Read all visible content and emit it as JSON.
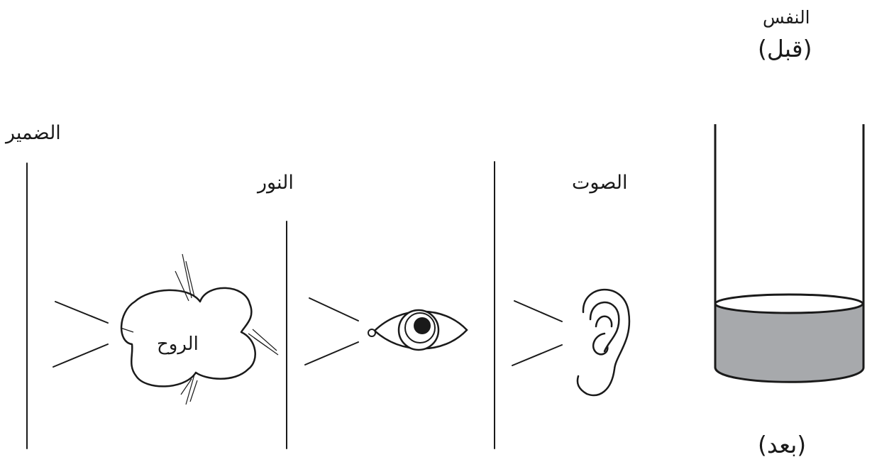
{
  "labels": {
    "nafs": "النفس",
    "before": "(قبل)",
    "after": "(بعد)",
    "conscience": "الضمير",
    "light": "النور",
    "voice": "الصوت",
    "spirit": "الروح"
  },
  "colors": {
    "stroke": "#1a1a1a",
    "liquid": "#a7a9ac",
    "background": "#ffffff"
  }
}
